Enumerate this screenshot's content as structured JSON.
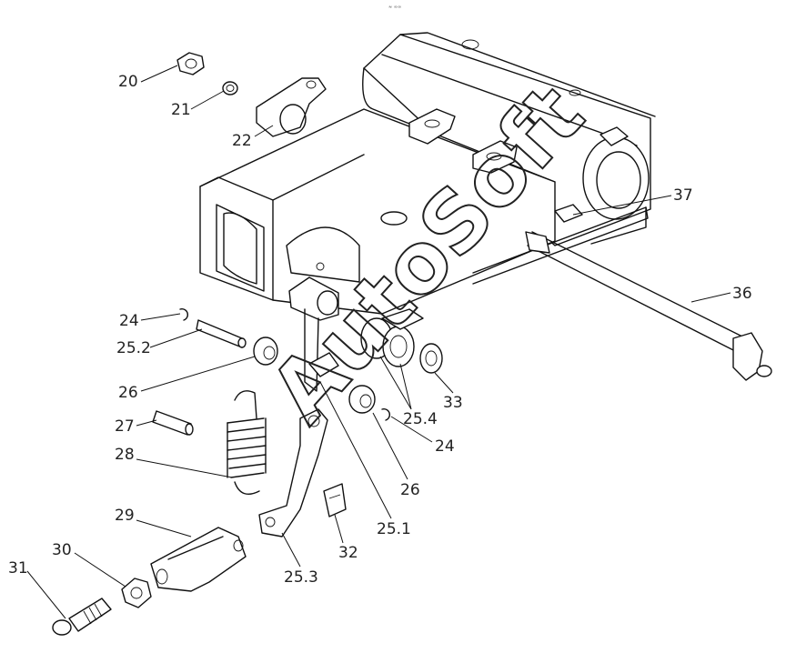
{
  "header_mark": "≈ ∞∞",
  "watermark": "AutoSoft",
  "callouts": [
    {
      "id": "c20",
      "text": "20"
    },
    {
      "id": "c21",
      "text": "21"
    },
    {
      "id": "c22",
      "text": "22"
    },
    {
      "id": "c37",
      "text": "37"
    },
    {
      "id": "c36",
      "text": "36"
    },
    {
      "id": "c24a",
      "text": "24"
    },
    {
      "id": "c25_2",
      "text": "25.2"
    },
    {
      "id": "c26a",
      "text": "26"
    },
    {
      "id": "c27",
      "text": "27"
    },
    {
      "id": "c28",
      "text": "28"
    },
    {
      "id": "c29",
      "text": "29"
    },
    {
      "id": "c30",
      "text": "30"
    },
    {
      "id": "c31",
      "text": "31"
    },
    {
      "id": "c25_3",
      "text": "25.3"
    },
    {
      "id": "c32",
      "text": "32"
    },
    {
      "id": "c25_1",
      "text": "25.1"
    },
    {
      "id": "c26b",
      "text": "26"
    },
    {
      "id": "c24b",
      "text": "24"
    },
    {
      "id": "c25_4",
      "text": "25.4"
    },
    {
      "id": "c33",
      "text": "33"
    }
  ]
}
